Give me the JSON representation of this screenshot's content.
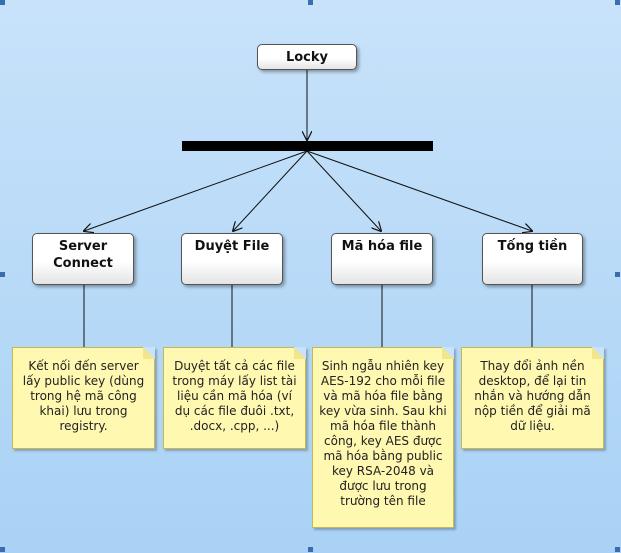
{
  "diagram": {
    "root": "Locky",
    "branches": [
      {
        "title": "Server\nConnect",
        "note": "Kết nối đến server lấy public key (dùng trong hệ mã công khai) lưu trong registry."
      },
      {
        "title": "Duyệt File",
        "note": "Duyệt tất cả các file trong máy lấy list tài liệu cần mã hóa (ví dụ các file đuôi .txt, .docx, .cpp, ...)"
      },
      {
        "title": "Mã hóa file",
        "note": "Sinh ngẫu nhiên key AES-192 cho mỗi file và mã hóa file bằng key vừa sinh. Sau khi mã hóa file thành công, key AES được mã hóa bằng public key RSA-2048 và được lưu trong trường tên file"
      },
      {
        "title": "Tống tiền",
        "note": "Thay đổi ảnh nền desktop, để lại tin nhắn và hướng dẫn nộp tiền để giải mã dữ liệu."
      }
    ]
  },
  "colors": {
    "background": "#b8daf7",
    "note_fill": "#fff8b0",
    "bar": "#000000"
  }
}
